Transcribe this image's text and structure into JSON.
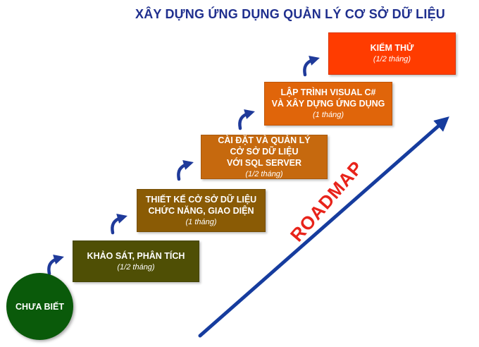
{
  "title": "XÂY DỰNG ỨNG DỤNG QUẢN LÝ CƠ SỞ DỮ LIỆU",
  "start": {
    "label": "CHƯA BIẾT"
  },
  "steps": [
    {
      "label": "KHẢO SÁT, PHÂN TÍCH",
      "duration": "(1/2 tháng)"
    },
    {
      "label": "THIẾT KẾ CỞ SỞ DỮ LIỆU\nCHỨC NĂNG, GIAO DIỆN",
      "duration": "(1 tháng)"
    },
    {
      "label": "CÀI ĐẶT VÀ QUẢN LÝ\nCỞ SỞ DỮ LIỆU\nVỚI SQL SERVER",
      "duration": "(1/2 tháng)"
    },
    {
      "label": "LẬP TRÌNH VISUAL C#\nVÀ XÂY DỰNG ỨNG DỤNG",
      "duration": "(1 tháng)"
    },
    {
      "label": "KIỂM THỬ",
      "duration": "(1/2 tháng)"
    }
  ],
  "roadmap": {
    "label": "ROADMAP"
  },
  "colors": {
    "title": "#1f2f8e",
    "start_circle": "#0a5a0a",
    "step_1": "#4f4f05",
    "step_2": "#8a5b05",
    "step_3": "#c6690e",
    "step_4": "#e0650a",
    "step_5": "#ff3c00",
    "arrow": "#1f3a9a",
    "roadmap_text": "#e8231a"
  },
  "icons": [
    "curved-up-arrow-icon",
    "diagonal-arrow-icon"
  ]
}
